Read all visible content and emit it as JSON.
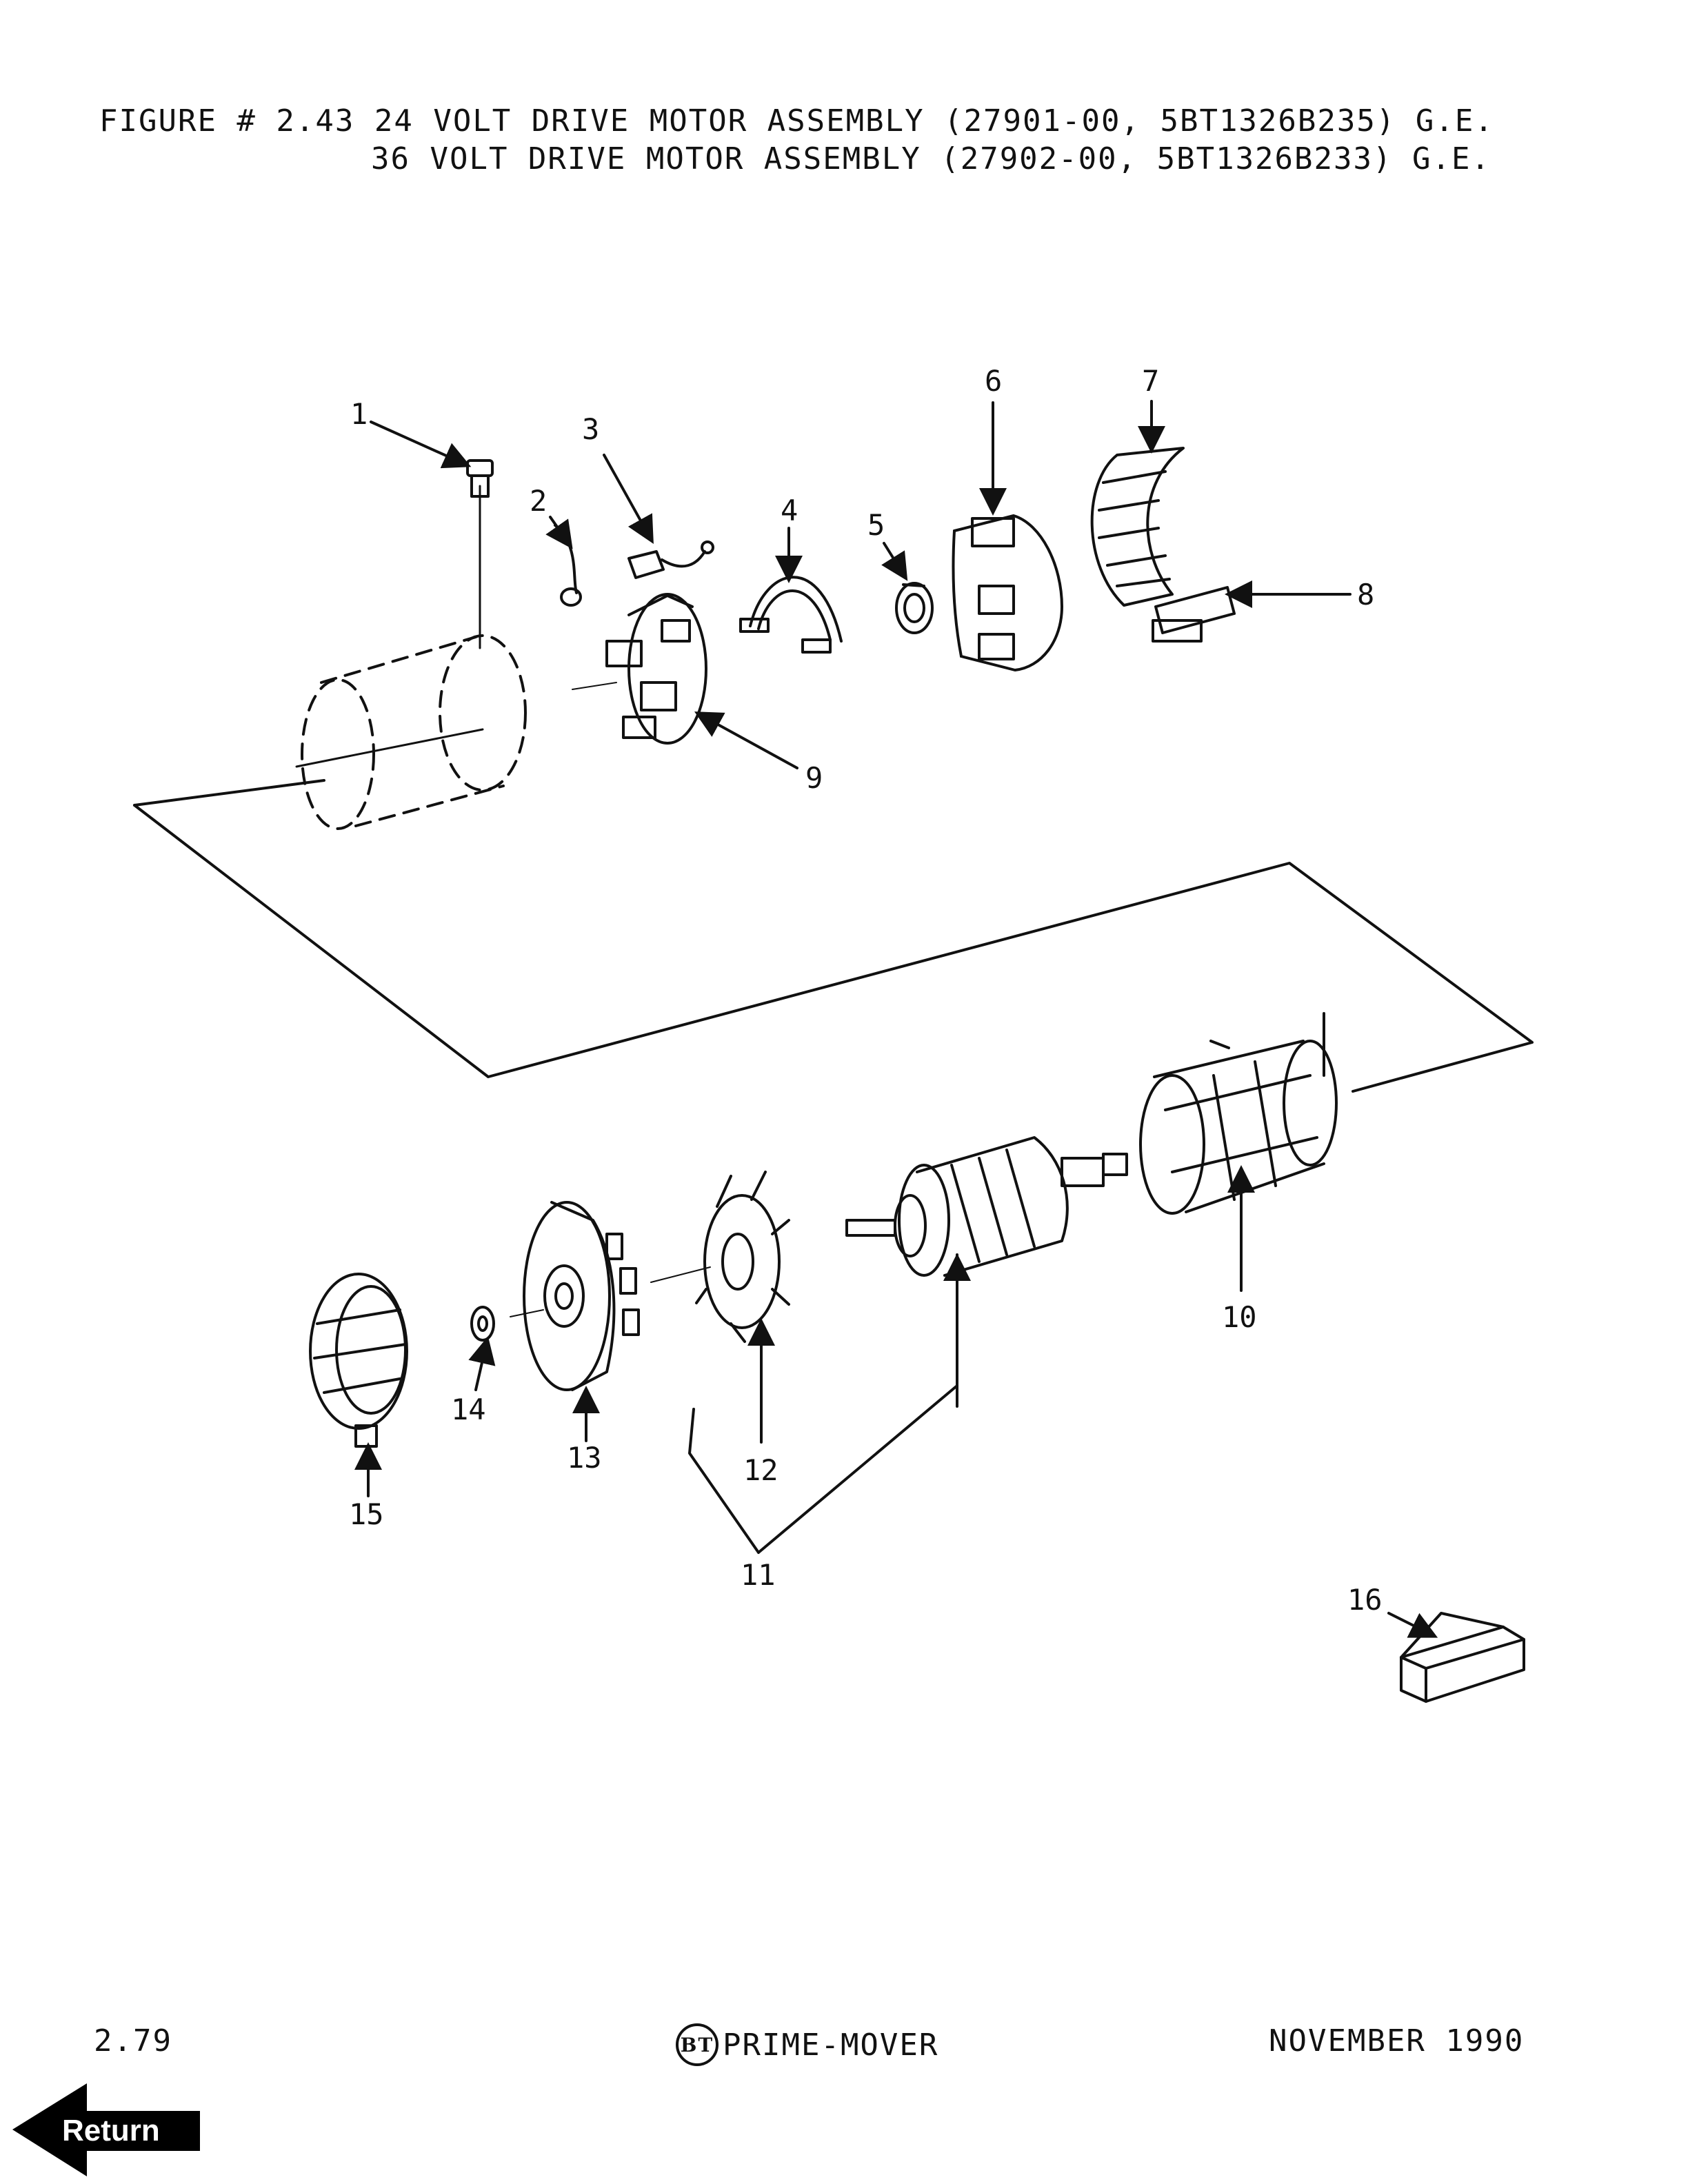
{
  "header": {
    "line1": "FIGURE # 2.43 24 VOLT DRIVE MOTOR ASSEMBLY (27901-00, 5BT1326B235) G.E.",
    "line2": "36 VOLT DRIVE MOTOR ASSEMBLY (27902-00, 5BT1326B233) G.E."
  },
  "callouts": [
    "1",
    "2",
    "3",
    "4",
    "5",
    "6",
    "7",
    "8",
    "9",
    "10",
    "11",
    "12",
    "13",
    "14",
    "15",
    "16"
  ],
  "footer": {
    "page": "2.79",
    "logo": "BT",
    "brand": "PRIME-MOVER",
    "date": "NOVEMBER 1990"
  },
  "nav": {
    "return_label": "Return"
  }
}
